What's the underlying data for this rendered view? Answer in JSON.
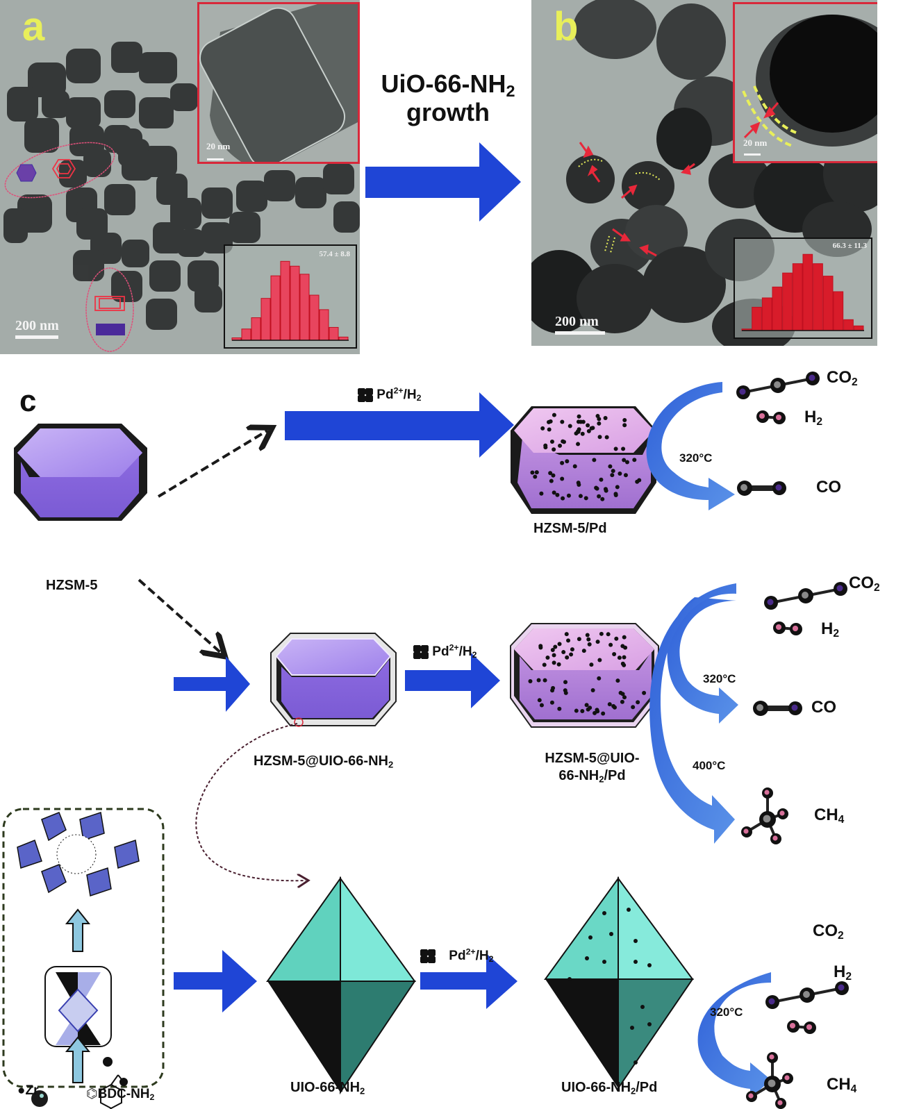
{
  "panel_a": {
    "letter": "a",
    "scale_main": "200 nm",
    "scale_inset": "20 nm",
    "histogram_label": "57.4 ± 8.8",
    "histogram_bars": [
      0.03,
      0.14,
      0.28,
      0.52,
      0.8,
      0.98,
      0.92,
      0.82,
      0.56,
      0.38,
      0.16,
      0.04
    ],
    "colors": {
      "tem_bg": "#9aa3a0",
      "inset_border": "#d8283a",
      "bar_fill": "#e8455e",
      "hexagon": "#6a40a8"
    }
  },
  "growth_arrow": {
    "line1": "UiO-66-NH",
    "line1_sub": "2",
    "line2": "growth",
    "color": "#1f45d6"
  },
  "panel_b": {
    "letter": "b",
    "scale_main": "200 nm",
    "scale_inset": "20 nm",
    "histogram_label": "66.3 ± 11.3",
    "histogram_bars": [
      0.02,
      0.3,
      0.42,
      0.56,
      0.74,
      0.86,
      0.98,
      0.86,
      0.7,
      0.5,
      0.14,
      0.06
    ],
    "colors": {
      "bar_fill": "#d81c2a",
      "shell_marker": "#e8ef5a",
      "pointer": "#e8283a"
    }
  },
  "panel_c": {
    "letter": "c",
    "reagent": {
      "text": "Pd",
      "sup": "2+",
      "mid": "/H",
      "sub": "2"
    },
    "materials": {
      "hzsm5": "HZSM-5",
      "hzsm5_pd": "HZSM-5/Pd",
      "hzsm5_uio": {
        "text": "HZSM-5@UIO-66-NH",
        "sub": "2"
      },
      "hzsm5_uio_pd_line1": "HZSM-5@UIO-",
      "hzsm5_uio_pd_line2": {
        "text": "66-NH",
        "sub": "2",
        "tail": "/Pd"
      },
      "uio": {
        "text": "UIO-66-NH",
        "sub": "2"
      },
      "uio_pd": {
        "text": "UIO-66-NH",
        "sub": "2",
        "tail": "/Pd"
      }
    },
    "legend": {
      "zr": "Zr",
      "linker": {
        "text": "BDC-NH",
        "sub": "2"
      }
    },
    "rows": [
      {
        "reactants": [
          {
            "text": "CO",
            "sub": "2"
          },
          {
            "text": "H",
            "sub": "2"
          }
        ],
        "conditions": [
          {
            "temp": "320°C",
            "product": {
              "text": "CO",
              "sub": ""
            }
          }
        ]
      },
      {
        "reactants": [
          {
            "text": "CO",
            "sub": "2"
          },
          {
            "text": "H",
            "sub": "2"
          }
        ],
        "conditions": [
          {
            "temp": "320°C",
            "product": {
              "text": "CO",
              "sub": ""
            }
          },
          {
            "temp": "400°C",
            "product": {
              "text": "CH",
              "sub": "4"
            }
          }
        ]
      },
      {
        "reactants": [
          {
            "text": "CO",
            "sub": "2"
          },
          {
            "text": "H",
            "sub": "2"
          }
        ],
        "conditions": [
          {
            "temp": "320°C",
            "product": {
              "text": "CH",
              "sub": "4"
            }
          }
        ]
      }
    ],
    "colors": {
      "arrow": "#1f45d6",
      "curved_arrow": "#3d73d8",
      "hzsm5_top": "#b49bf0",
      "hzsm5_side": "#8a6be0",
      "pd_loaded_top": "#e6b8ec",
      "pd_loaded_side": "#b080d8",
      "uio_octahedron": "#5fd4c0",
      "atom_o": "#4a2a8a",
      "atom_h": "#d8709a",
      "atom_c": "#8a8a8a"
    }
  }
}
